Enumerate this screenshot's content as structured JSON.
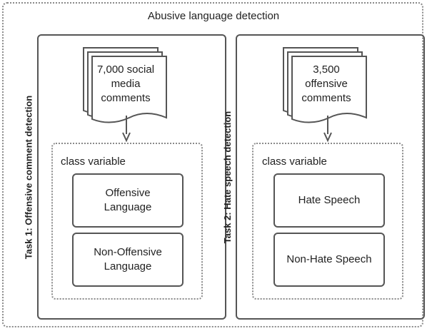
{
  "title": "Abusive language detection",
  "tasks": [
    {
      "label": "Task 1: Offensive comment detection",
      "data_lines": [
        "7,000 social",
        "media",
        "comments"
      ],
      "class_title": "class variable",
      "classes": [
        {
          "lines": [
            "Offensive",
            "Language"
          ]
        },
        {
          "lines": [
            "Non-Offensive",
            "Language"
          ]
        }
      ]
    },
    {
      "label": "Task 2: Hate speech detection",
      "data_lines": [
        "3,500",
        "offensive",
        "comments"
      ],
      "class_title": "class variable",
      "classes": [
        {
          "lines": [
            "Hate Speech"
          ]
        },
        {
          "lines": [
            "Non-Hate Speech"
          ]
        }
      ]
    }
  ],
  "colors": {
    "stroke": "#555555",
    "dotted": "#8a8a8a",
    "text": "#222222"
  }
}
